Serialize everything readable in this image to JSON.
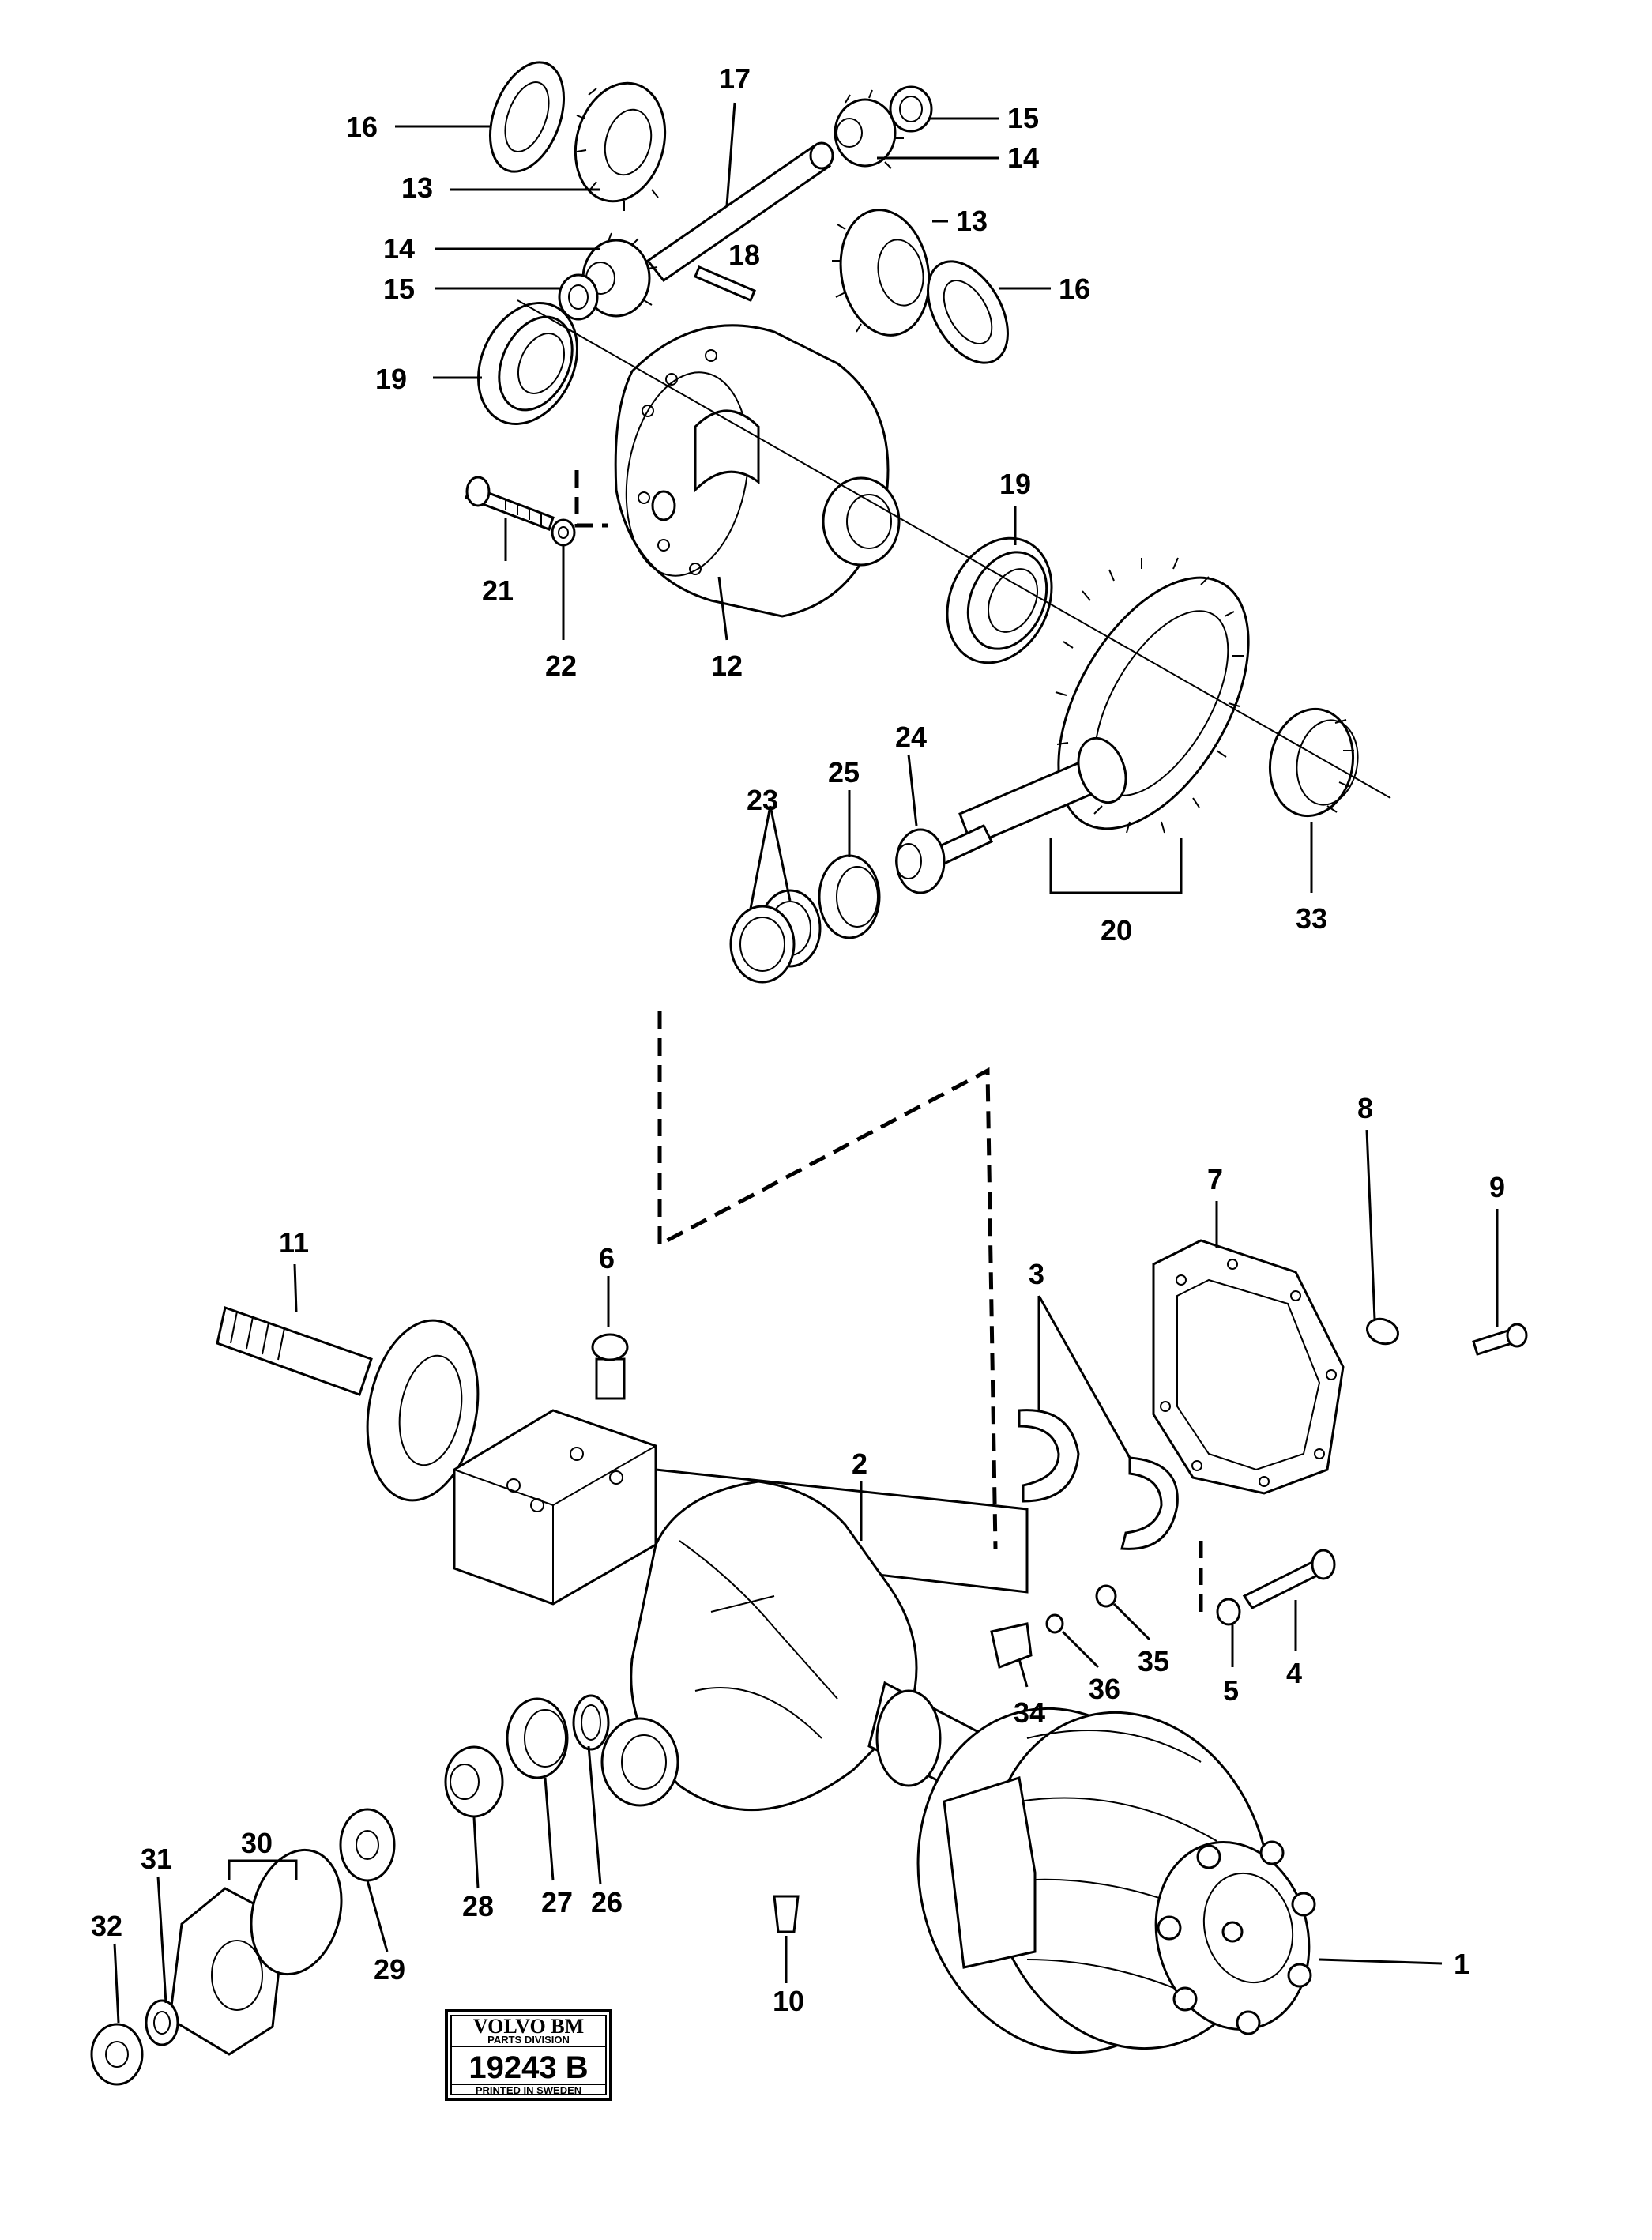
{
  "stamp": {
    "brand": "VOLVO BM",
    "division": "PARTS DIVISION",
    "number": "19243 B",
    "printed": "PRINTED IN SWEDEN"
  },
  "callouts": {
    "c1": "1",
    "c2": "2",
    "c3": "3",
    "c4": "4",
    "c5": "5",
    "c6": "6",
    "c7": "7",
    "c8": "8",
    "c9": "9",
    "c10": "10",
    "c11": "11",
    "c12": "12",
    "c13a": "13",
    "c13b": "13",
    "c14a": "14",
    "c14b": "14",
    "c15a": "15",
    "c15b": "15",
    "c16a": "16",
    "c16b": "16",
    "c17": "17",
    "c18": "18",
    "c19a": "19",
    "c19b": "19",
    "c20": "20",
    "c21": "21",
    "c22": "22",
    "c23": "23",
    "c24": "24",
    "c25": "25",
    "c26": "26",
    "c27": "27",
    "c28": "28",
    "c29": "29",
    "c30": "30",
    "c31": "31",
    "c32": "32",
    "c33": "33",
    "c34": "34",
    "c35": "35",
    "c36": "36"
  }
}
